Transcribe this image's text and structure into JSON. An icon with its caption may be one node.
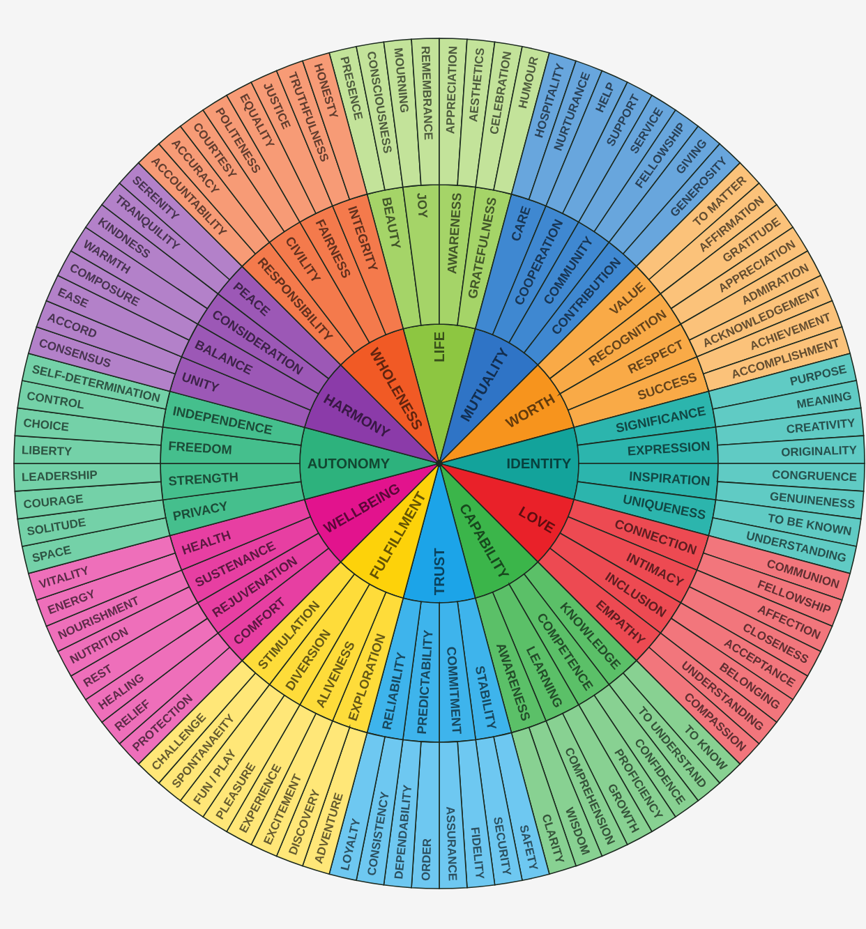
{
  "diagram": {
    "nodes": [
      {
        "text": [
          "LIFE"
        ]
      },
      {
        "text": [
          "MUTUALITY"
        ]
      },
      {
        "text": [
          "WORTH"
        ]
      },
      {
        "text": [
          "IDENTITY"
        ]
      },
      {
        "text": [
          "LOVE"
        ]
      },
      {
        "text": [
          "CAPABILITY"
        ]
      },
      {
        "text": [
          "TRUST"
        ]
      },
      {
        "text": [
          "FULFILLMENT"
        ]
      },
      {
        "text": [
          "WELLBEING"
        ]
      },
      {
        "text": [
          "AUTONOMY"
        ]
      },
      {
        "text": [
          "HARMONY"
        ]
      },
      {
        "text": [
          "WHOLENESS"
        ]
      },
      {
        "text": [
          "BEAUTY"
        ]
      },
      {
        "text": [
          "JOY"
        ]
      },
      {
        "text": [
          "AWARENESS"
        ]
      },
      {
        "text": [
          "GRATEFULNESS"
        ]
      },
      {
        "text": [
          "CARE"
        ]
      },
      {
        "text": [
          "COOPERATION"
        ]
      },
      {
        "text": [
          "COMMUNITY"
        ]
      },
      {
        "text": [
          "CONTRIBUTION"
        ]
      },
      {
        "text": [
          "VALUE"
        ]
      },
      {
        "text": [
          "RECOGNITION"
        ]
      },
      {
        "text": [
          "RESPECT"
        ]
      },
      {
        "text": [
          "SUCCESS"
        ]
      },
      {
        "text": [
          "SIGNIFICANCE"
        ]
      },
      {
        "text": [
          "EXPRESSION"
        ]
      },
      {
        "text": [
          "INSPIRATION"
        ]
      },
      {
        "text": [
          "UNIQUENESS"
        ]
      },
      {
        "text": [
          "CONNECTION"
        ]
      },
      {
        "text": [
          "INTIMACY"
        ]
      },
      {
        "text": [
          "INCLUSION"
        ]
      },
      {
        "text": [
          "EMPATHY"
        ]
      },
      {
        "text": [
          "KNOWLEDGE"
        ]
      },
      {
        "text": [
          "COMPETENCE"
        ]
      },
      {
        "text": [
          "LEARNING"
        ]
      },
      {
        "text": [
          "AWARENESS"
        ]
      },
      {
        "text": [
          "STABILITY"
        ]
      },
      {
        "text": [
          "COMMITMENT"
        ]
      },
      {
        "text": [
          "PREDICTABILITY"
        ]
      },
      {
        "text": [
          "RELIABILITY"
        ]
      },
      {
        "text": [
          "EXPLORATION"
        ]
      },
      {
        "text": [
          "ALIVENESS"
        ]
      },
      {
        "text": [
          "DIVERSION"
        ]
      },
      {
        "text": [
          "STIMULATION"
        ]
      },
      {
        "text": [
          "COMFORT"
        ]
      },
      {
        "text": [
          "REJUVENATION"
        ]
      },
      {
        "text": [
          "SUSTENANCE"
        ]
      },
      {
        "text": [
          "HEALTH"
        ]
      },
      {
        "text": [
          "PRIVACY"
        ]
      },
      {
        "text": [
          "STRENGTH"
        ]
      },
      {
        "text": [
          "FREEDOM"
        ]
      },
      {
        "text": [
          "INDEPENDENCE"
        ]
      },
      {
        "text": [
          "UNITY"
        ]
      },
      {
        "text": [
          "BALANCE"
        ]
      },
      {
        "text": [
          "CONSIDERATION"
        ]
      },
      {
        "text": [
          "PEACE"
        ]
      },
      {
        "text": [
          "RESPONSIBILITY"
        ]
      },
      {
        "text": [
          "CIVILITY"
        ]
      },
      {
        "text": [
          "FAIRNESS"
        ]
      },
      {
        "text": [
          "INTEGRITY"
        ]
      },
      {
        "text": [
          "PRESENCE"
        ]
      },
      {
        "text": [
          "CONSCIOUSNESS"
        ]
      },
      {
        "text": [
          "MOURNING"
        ]
      },
      {
        "text": [
          "REMEMBRANCE"
        ]
      },
      {
        "text": [
          "APPRECIATION"
        ]
      },
      {
        "text": [
          "AESTHETICS"
        ]
      },
      {
        "text": [
          "CELEBRATION"
        ]
      },
      {
        "text": [
          "HUMOUR"
        ]
      },
      {
        "text": [
          "HOSPITALITY"
        ]
      },
      {
        "text": [
          "NURTURANCE"
        ]
      },
      {
        "text": [
          "HELP"
        ]
      },
      {
        "text": [
          "SUPPORT"
        ]
      },
      {
        "text": [
          "SERVICE"
        ]
      },
      {
        "text": [
          "FELLOWSHIP"
        ]
      },
      {
        "text": [
          "GIVING"
        ]
      },
      {
        "text": [
          "GENEROSITY"
        ]
      },
      {
        "text": [
          "TO MATTER"
        ]
      },
      {
        "text": [
          "AFFIRMATION"
        ]
      },
      {
        "text": [
          "GRATITUDE"
        ]
      },
      {
        "text": [
          "APPRECIATION"
        ]
      },
      {
        "text": [
          "ADMIRATION"
        ]
      },
      {
        "text": [
          "ACKNOWLEDGEMENT"
        ]
      },
      {
        "text": [
          "ACHIEVEMENT"
        ]
      },
      {
        "text": [
          "ACCOMPLISHMENT"
        ]
      },
      {
        "text": [
          "PURPOSE"
        ]
      },
      {
        "text": [
          "MEANING"
        ]
      },
      {
        "text": [
          "CREATIVITY"
        ]
      },
      {
        "text": [
          "ORIGINALITY"
        ]
      },
      {
        "text": [
          "CONGRUENCE"
        ]
      },
      {
        "text": [
          "GENUINENESS"
        ]
      },
      {
        "text": [
          "TO BE KNOWN"
        ]
      },
      {
        "text": [
          "UNDERSTANDING"
        ]
      },
      {
        "text": [
          "COMMUNION"
        ]
      },
      {
        "text": [
          "FELLOWSHIP"
        ]
      },
      {
        "text": [
          "AFFECTION"
        ]
      },
      {
        "text": [
          "CLOSENESS"
        ]
      },
      {
        "text": [
          "ACCEPTANCE"
        ]
      },
      {
        "text": [
          "BELONGING"
        ]
      },
      {
        "text": [
          "UNDERSTANDING"
        ]
      },
      {
        "text": [
          "COMPASSION"
        ]
      },
      {
        "text": [
          "TO KNOW"
        ]
      },
      {
        "text": [
          "TO UNDERSTAND"
        ]
      },
      {
        "text": [
          "CONFIDENCE"
        ]
      },
      {
        "text": [
          "PROFICIENCY"
        ]
      },
      {
        "text": [
          "GROWTH"
        ]
      },
      {
        "text": [
          "COMPREHENSION"
        ]
      },
      {
        "text": [
          "WISDOM"
        ]
      },
      {
        "text": [
          "CLARITY"
        ]
      },
      {
        "text": [
          "SAFETY"
        ]
      },
      {
        "text": [
          "SECURITY"
        ]
      },
      {
        "text": [
          "FIDELITY"
        ]
      },
      {
        "text": [
          "ASSURANCE"
        ]
      },
      {
        "text": [
          "ORDER"
        ]
      },
      {
        "text": [
          "DEPENDABILITY"
        ]
      },
      {
        "text": [
          "CONSISTENCY"
        ]
      },
      {
        "text": [
          "LOYALTY"
        ]
      },
      {
        "text": [
          "ADVENTURE"
        ]
      },
      {
        "text": [
          "DISCOVERY"
        ]
      },
      {
        "text": [
          "EXCITEMENT"
        ]
      },
      {
        "text": [
          "EXPERIENCE"
        ]
      },
      {
        "text": [
          "PLEASURE"
        ]
      },
      {
        "text": [
          "FUN / PLAY"
        ]
      },
      {
        "text": [
          "SPONTANAEITY"
        ]
      },
      {
        "text": [
          "CHALLENGE"
        ]
      },
      {
        "text": [
          "PROTECTION"
        ]
      },
      {
        "text": [
          "RELIEF"
        ]
      },
      {
        "text": [
          "HEALING"
        ]
      },
      {
        "text": [
          "REST"
        ]
      },
      {
        "text": [
          "NUTRITION"
        ]
      },
      {
        "text": [
          "NOURISHMENT"
        ]
      },
      {
        "text": [
          "ENERGY"
        ]
      },
      {
        "text": [
          "VITALITY"
        ]
      },
      {
        "text": [
          "SPACE"
        ]
      },
      {
        "text": [
          "SOLITUDE"
        ]
      },
      {
        "text": [
          "COURAGE"
        ]
      },
      {
        "text": [
          "LEADERSHIP"
        ]
      },
      {
        "text": [
          "LIBERTY"
        ]
      },
      {
        "text": [
          "CHOICE"
        ]
      },
      {
        "text": [
          "CONTROL"
        ]
      },
      {
        "text": [
          "SELF-DETERMINATION"
        ]
      },
      {
        "text": [
          "CONSENSUS"
        ]
      },
      {
        "text": [
          "ACCORD"
        ]
      },
      {
        "text": [
          "EASE"
        ]
      },
      {
        "text": [
          "COMPOSURE"
        ]
      },
      {
        "text": [
          "WARMTH"
        ]
      },
      {
        "text": [
          "KINDNESS"
        ]
      },
      {
        "text": [
          "TRANQUILITY"
        ]
      },
      {
        "text": [
          "SERENITY"
        ]
      },
      {
        "text": [
          "ACCOUNTABILITY"
        ]
      },
      {
        "text": [
          "ACCURACY"
        ]
      },
      {
        "text": [
          "COURTESY"
        ]
      },
      {
        "text": [
          "POLITENESS"
        ]
      },
      {
        "text": [
          "EQUALITY"
        ]
      },
      {
        "text": [
          "JUSTICE"
        ]
      },
      {
        "text": [
          "TRUTHFULNESS"
        ]
      },
      {
        "text": [
          "HONESTY"
        ]
      }
    ]
  }
}
